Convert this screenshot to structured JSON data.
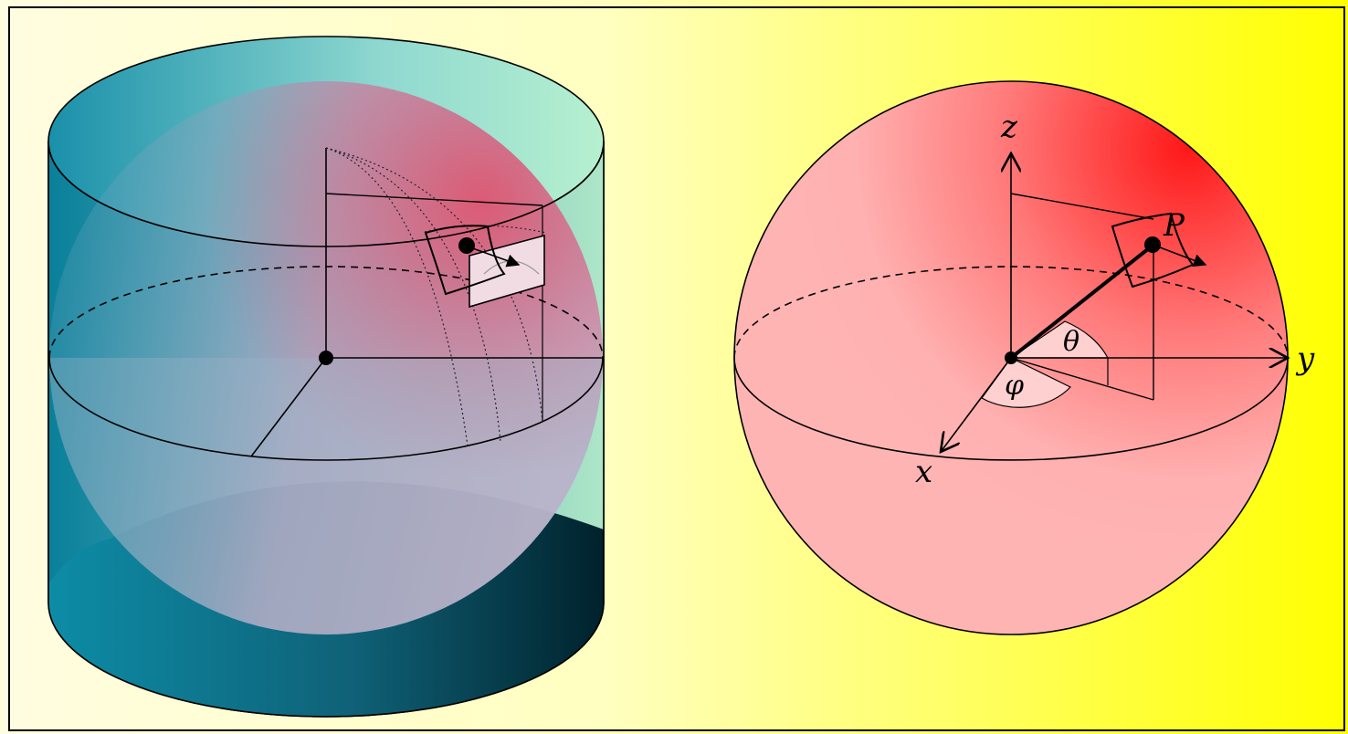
{
  "labels": {
    "z": "z",
    "y": "y",
    "x": "x",
    "P": "P",
    "theta": "θ",
    "phi": "φ"
  },
  "colors": {
    "background_left": "#fffde0",
    "background_right": "#ffff00",
    "cylinder_light": "#1a8fa8",
    "cylinder_dark": "#002a36",
    "cylinder_top": "#b3ecd0",
    "sphere_pink": "#ffb3b3",
    "sphere_red": "#ff2020",
    "patch": "#f4d6e0"
  }
}
